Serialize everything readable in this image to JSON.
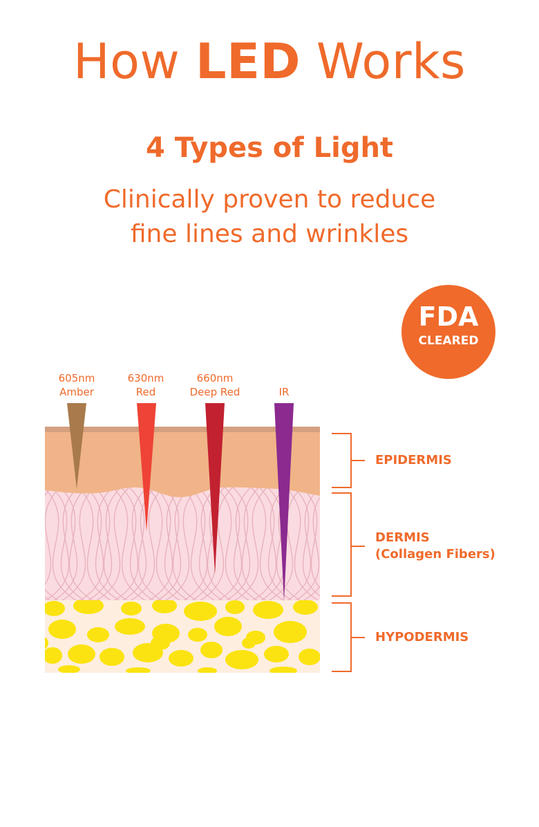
{
  "header": {
    "title_pre": "How",
    "title_bold": "LED",
    "title_post": "Works",
    "subtitle": "4 Types of Light",
    "tagline_line1": "Clinically proven to reduce",
    "tagline_line2": "fine lines and wrinkles"
  },
  "badge": {
    "main": "FDA",
    "sub": "CLEARED"
  },
  "lights": [
    {
      "wavelength": "605nm",
      "name": "Amber",
      "color": "#a87a4c",
      "depth": "epidermis"
    },
    {
      "wavelength": "630nm",
      "name": "Red",
      "color": "#ee4336",
      "depth": "dermis"
    },
    {
      "wavelength": "660nm",
      "name": "Deep Red",
      "color": "#c22130",
      "depth": "dermis"
    },
    {
      "wavelength": "",
      "name": "IR",
      "color": "#8b2a8f",
      "depth": "dermis"
    }
  ],
  "layers": {
    "epidermis": "EPIDERMIS",
    "dermis_line1": "DERMIS",
    "dermis_line2": "(Collagen Fibers)",
    "hypodermis": "HYPODERMIS"
  },
  "colors": {
    "accent": "#ef6a2b",
    "skin_top": "#d4a07f",
    "epidermis": "#f0b488",
    "dermis": "#fadbe1",
    "dermis_fiber": "#e8b3bd",
    "hypodermis": "#fdeee0",
    "fat": "#fbe311"
  }
}
